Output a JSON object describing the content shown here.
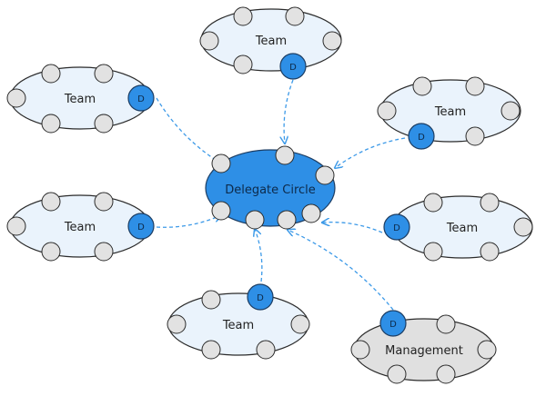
{
  "colors": {
    "team_fill": "#eaf3fc",
    "team_stroke": "#2b2b2b",
    "management_fill": "#e0e0e0",
    "delegate_circle_fill": "#2e8fe6",
    "delegate_fill": "#2e8fe6",
    "member_fill": "#e2e2e2",
    "arrow": "#3d9ae8"
  },
  "delegate_circle": {
    "label": "Delegate Circle"
  },
  "groups": [
    {
      "id": "team-top",
      "label": "Team",
      "kind": "team",
      "delegate_label": "D"
    },
    {
      "id": "team-upper-left",
      "label": "Team",
      "kind": "team",
      "delegate_label": "D"
    },
    {
      "id": "team-upper-right",
      "label": "Team",
      "kind": "team",
      "delegate_label": "D"
    },
    {
      "id": "team-lower-left",
      "label": "Team",
      "kind": "team",
      "delegate_label": "D"
    },
    {
      "id": "team-lower-right",
      "label": "Team",
      "kind": "team",
      "delegate_label": "D"
    },
    {
      "id": "team-bottom",
      "label": "Team",
      "kind": "team",
      "delegate_label": "D"
    },
    {
      "id": "management",
      "label": "Management",
      "kind": "management",
      "delegate_label": "D"
    }
  ]
}
